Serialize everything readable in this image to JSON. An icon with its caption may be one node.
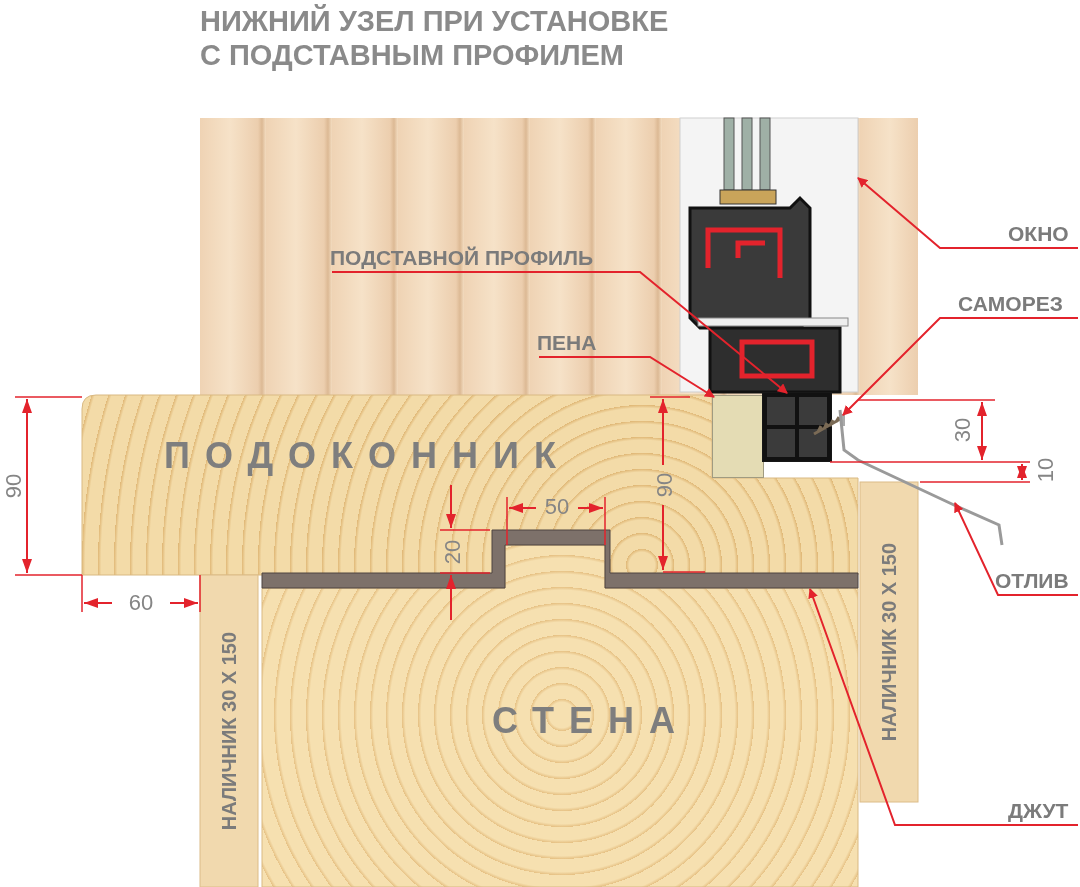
{
  "diagram": {
    "title": "НИЖНИЙ УЗЕЛ ПРИ УСТАНОВКЕ С ПОДСТАВНЫМ ПРОФИЛЕМ",
    "nodes": [
      {
        "text": [
          "ОКНО"
        ]
      },
      {
        "text": [],
        "shape": "picture"
      },
      {
        "text": [
          "ПОДСТАВНОЙ ПРОФИЛЬ"
        ]
      },
      {
        "text": [],
        "shape": "box"
      },
      {
        "text": [
          "САМОРЕЗ"
        ]
      },
      {
        "text": [],
        "shape": "picture"
      },
      {
        "text": [
          "ПЕНА"
        ]
      },
      {
        "text": [],
        "shape": "box"
      },
      {
        "text": [
          "ПОДОКОННИК"
        ]
      },
      {
        "text": [
          "ОТЛИВ"
        ]
      },
      {
        "text": [],
        "shape": "picture"
      },
      {
        "text": [
          "НАЛИЧНИК 30 Х 150"
        ]
      },
      {
        "text": [
          "НАЛИЧНИК 30 Х 150"
        ]
      },
      {
        "text": [
          "СТЕНА"
        ]
      },
      {
        "text": [
          "ДЖУТ"
        ]
      },
      {
        "text": [],
        "shape": "bar"
      }
    ],
    "edges": [
      {
        "from": 0,
        "to": 1,
        "arrow": "to"
      },
      {
        "from": 2,
        "to": 3,
        "arrow": "to"
      },
      {
        "from": 4,
        "to": 5,
        "arrow": "to"
      },
      {
        "from": 6,
        "to": 7,
        "arrow": "to"
      },
      {
        "from": 9,
        "to": 10,
        "arrow": "to"
      },
      {
        "from": 14,
        "to": 15,
        "arrow": "to"
      }
    ],
    "labels": [
      "90",
      "90",
      "30",
      "10",
      "50",
      "20",
      "60"
    ]
  }
}
